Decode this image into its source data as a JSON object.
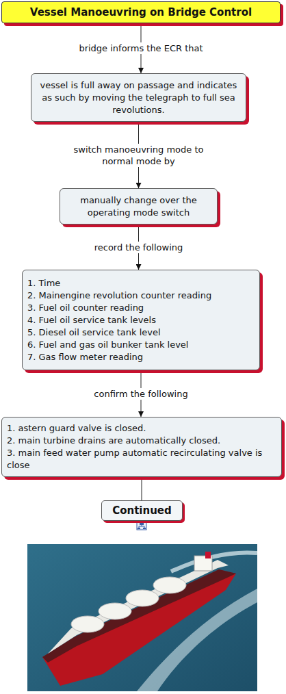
{
  "diagram": {
    "nodes": [
      {
        "text": [
          "Vessel Manoeuvring on Bridge Control"
        ]
      },
      {
        "text": [
          "vessel is full away on passage and indicates as such by moving the telegraph to full sea revolutions."
        ]
      },
      {
        "text": [
          "manually change over the operating mode switch"
        ]
      },
      {
        "text": [
          "1. Time",
          "2. Mainengine revolution counter reading",
          "3. Fuel oil counter reading",
          "4. Fuel oil service tank levels",
          "5. Diesel oil service tank level",
          "6. Fuel and gas oil bunker tank level",
          "7. Gas flow meter reading"
        ]
      },
      {
        "text": [
          "1. astern guard valve is closed.",
          "2. main turbine drains are automatically closed.",
          "3. main feed water pump automatic recirculating valve is close"
        ]
      },
      {
        "text": [
          "Continued"
        ]
      }
    ],
    "edges": [
      {
        "from": 0,
        "to": 1,
        "label": "bridge informs the ECR that",
        "arrow": "to"
      },
      {
        "from": 1,
        "to": 2,
        "label": "switch manoeuvring mode to normal mode by",
        "arrow": "to"
      },
      {
        "from": 2,
        "to": 3,
        "label": "record the following",
        "arrow": "to"
      },
      {
        "from": 3,
        "to": 4,
        "label": "confirm the following",
        "arrow": "to"
      },
      {
        "from": 4,
        "to": 5,
        "arrow": "none"
      }
    ]
  }
}
